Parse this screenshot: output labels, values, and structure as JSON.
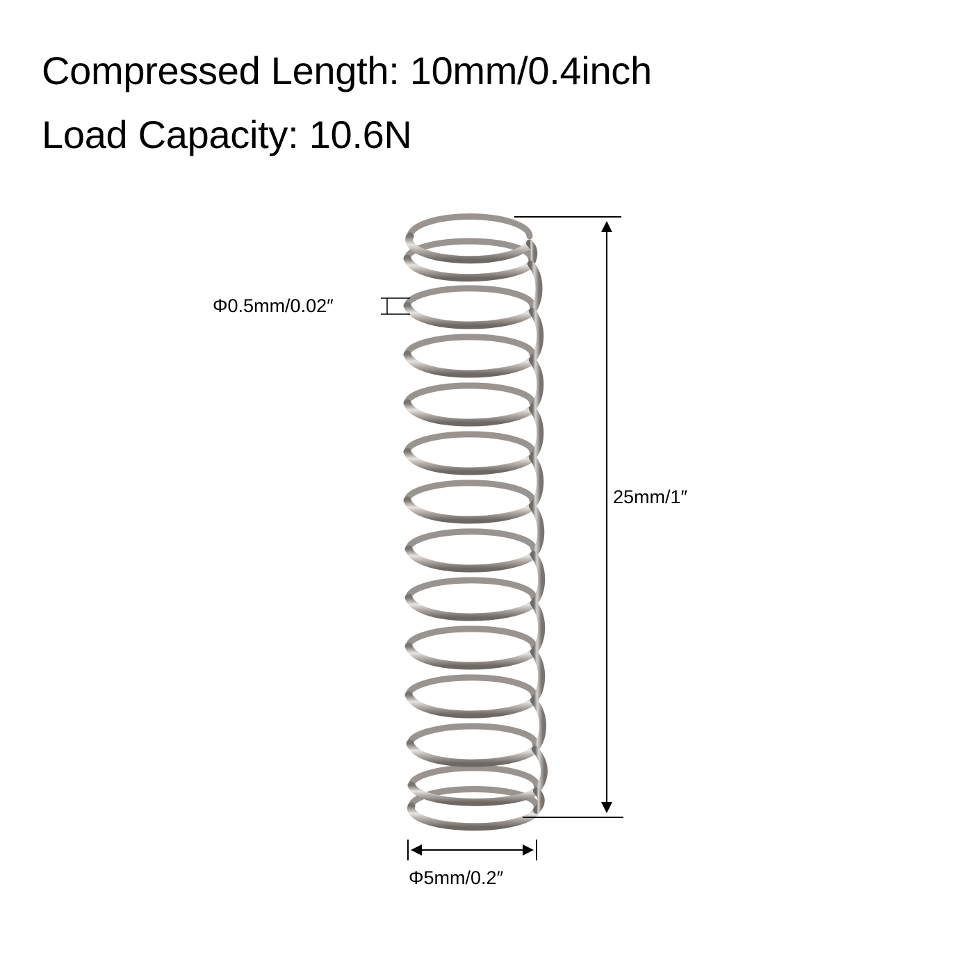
{
  "specs": {
    "compressed_length": "Compressed Length: 10mm/0.4inch",
    "load_capacity": "Load Capacity: 10.6N"
  },
  "dimensions": {
    "wire_diameter": "Φ0.5mm/0.02″",
    "free_length": "25mm/1″",
    "outer_diameter": "Φ5mm/0.2″"
  },
  "product": {
    "type": "compression spring",
    "material_color": "#a8a29e",
    "coil_count_visible": 14
  },
  "colors": {
    "background": "#ffffff",
    "text": "#000000",
    "dimension_line": "#000000",
    "spring_light": "#e6e3e0",
    "spring_mid": "#a9a39f",
    "spring_dark": "#6f6a66"
  }
}
